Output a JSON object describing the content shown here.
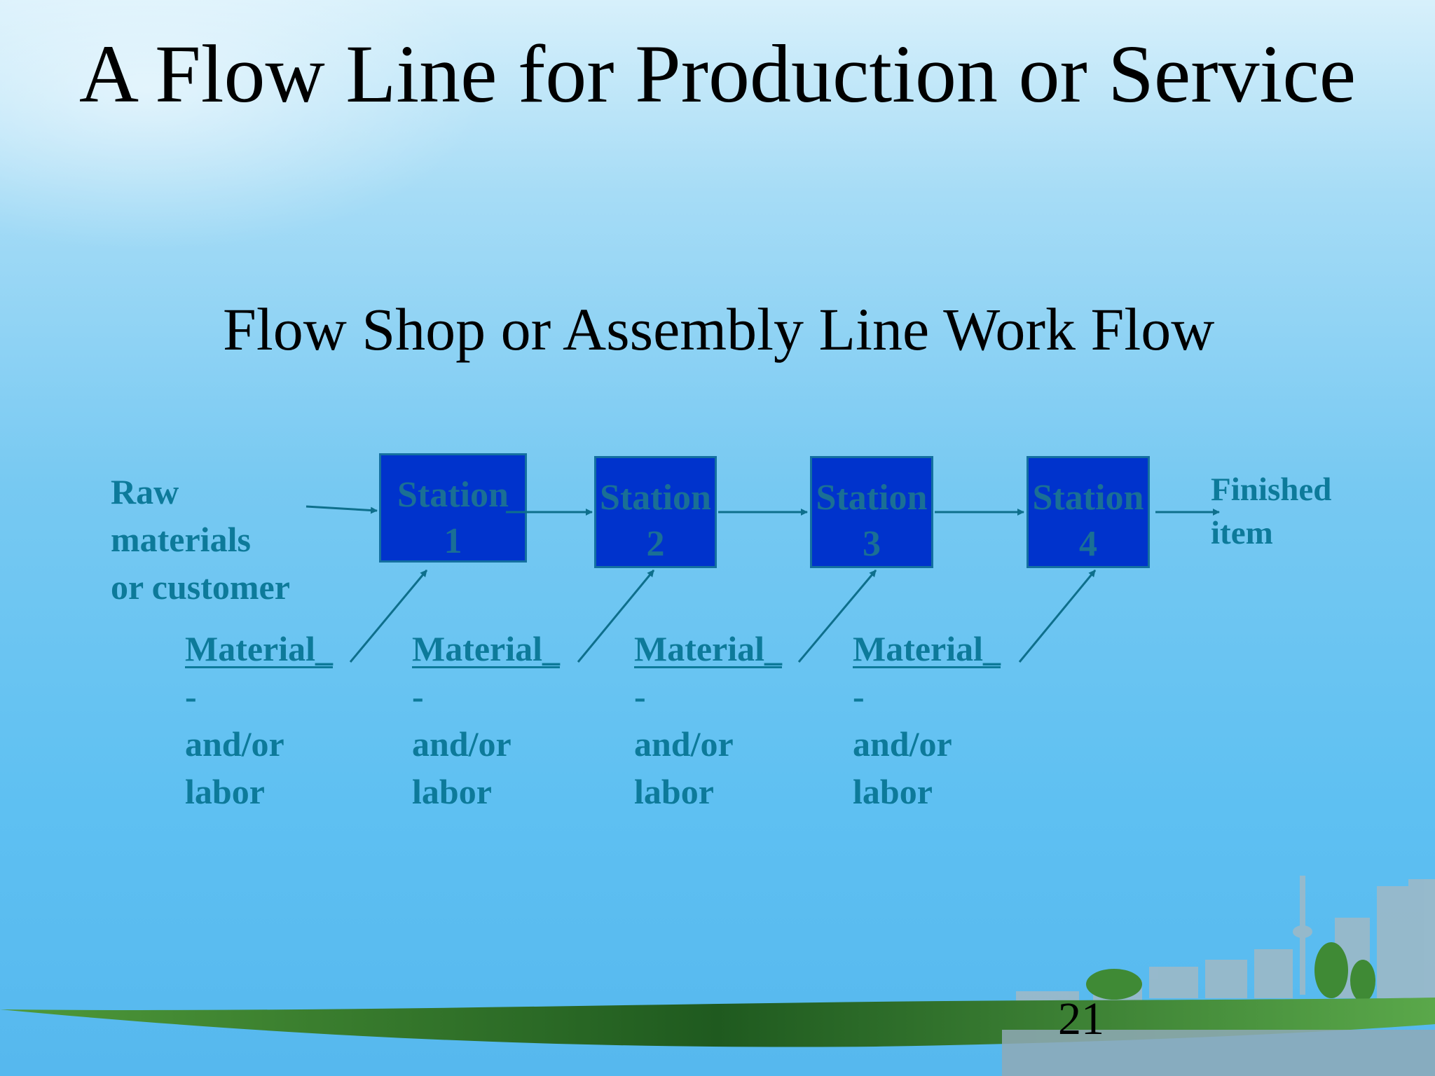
{
  "slide": {
    "title": "A Flow Line for Production or Service",
    "subtitle": "Flow Shop or Assembly Line Work Flow",
    "page_number": "21"
  },
  "diagram": {
    "input_label": "Raw\nmaterials\nor customer",
    "output_label": "Finished\nitem",
    "stations": [
      {
        "line1": "Station",
        "line2": "1"
      },
      {
        "line1": "Station",
        "line2": "2"
      },
      {
        "line1": "Station",
        "line2": "3"
      },
      {
        "line1": "Station",
        "line2": "4"
      }
    ],
    "material_labels": [
      {
        "heading": "Material_",
        "rest": "-\nand/or\nlabor"
      },
      {
        "heading": "Material_",
        "rest": "-\nand/or\nlabor"
      },
      {
        "heading": "Material_",
        "rest": "-\nand/or\nlabor"
      },
      {
        "heading": "Material_",
        "rest": "-\nand/or\nlabor"
      }
    ],
    "colors": {
      "station_fill": "#0033cc",
      "label_text": "#0d7a9a",
      "arrow": "#0e6f8c",
      "ground": "#2a7a2a"
    }
  }
}
